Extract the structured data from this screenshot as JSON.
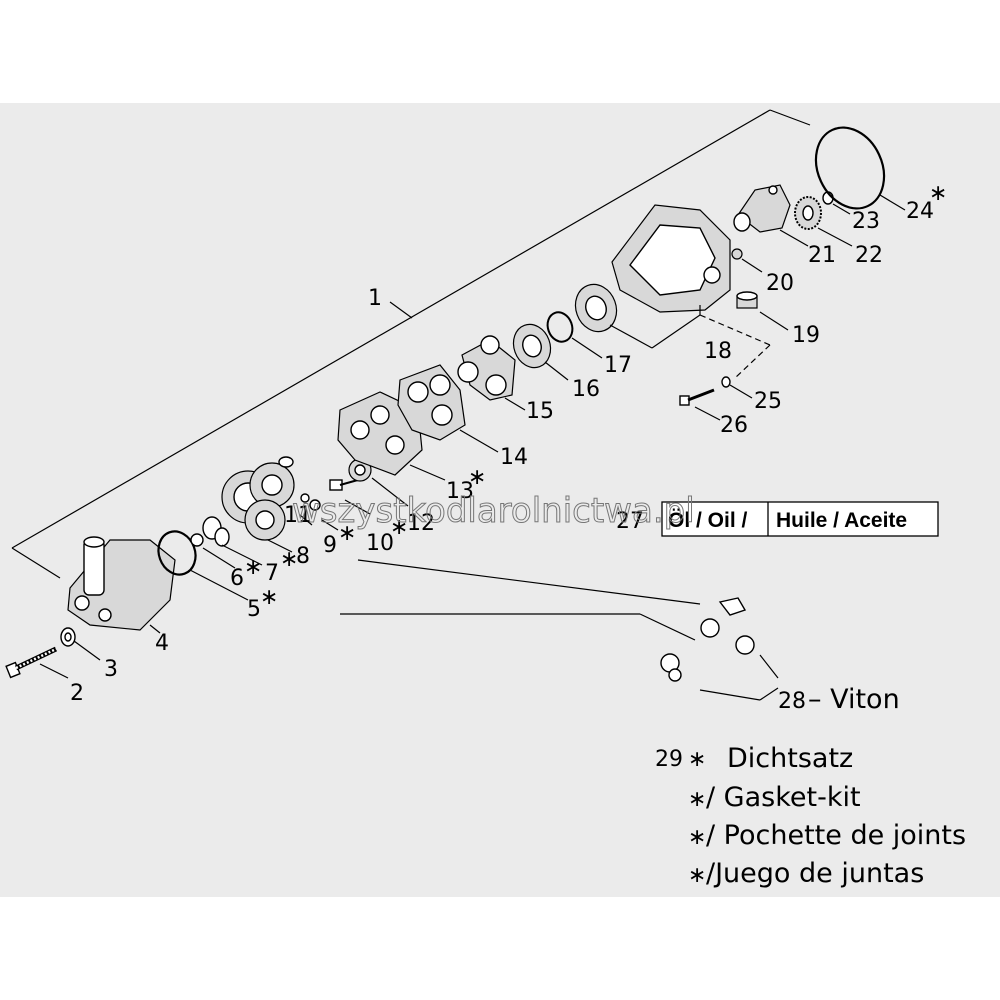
{
  "part_numbers": {
    "p1": "1",
    "p2": "2",
    "p3": "3",
    "p4": "4",
    "p5": "5",
    "p6": "6",
    "p7": "7",
    "p8": "8",
    "p9": "9",
    "p10": "10",
    "p11": "11",
    "p12": "12",
    "p13": "13",
    "p14": "14",
    "p15": "15",
    "p16": "16",
    "p17": "17",
    "p18": "18",
    "p19": "19",
    "p20": "20",
    "p21": "21",
    "p22": "22",
    "p23": "23",
    "p24": "24",
    "p25": "25",
    "p26": "26",
    "p27": "27",
    "p28": "28",
    "p29": "29"
  },
  "marks": {
    "asterisk": "∗"
  },
  "oil_label": {
    "text1": "Öl / Oil /",
    "text2": "Huile / Aceite"
  },
  "viton_label": "– Viton",
  "legend": {
    "line1": "Dichtsatz",
    "line2": "/ Gasket-kit",
    "line3": "/ Pochette de joints",
    "line4": "/Juego de juntas"
  },
  "watermark": "wszystkodlarolnictwa.pl"
}
